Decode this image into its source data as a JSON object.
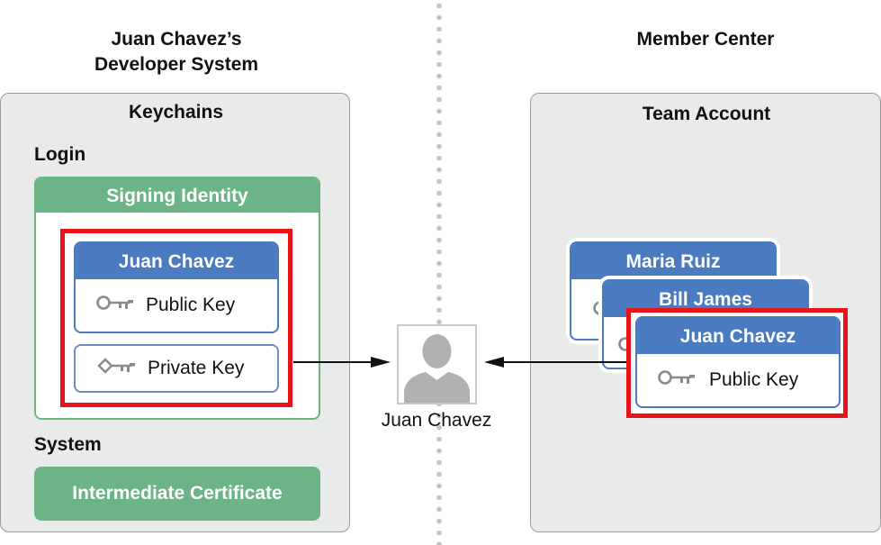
{
  "left_column": {
    "title_line1": "Juan Chavez’s",
    "title_line2": "Developer System",
    "panel_title": "Keychains",
    "login_label": "Login",
    "signing_identity_label": "Signing Identity",
    "card_name": "Juan Chavez",
    "public_key_label": "Public Key",
    "private_key_label": "Private Key",
    "system_label": "System",
    "intermediate_cert_label": "Intermediate Certificate"
  },
  "center": {
    "person_label": "Juan Chavez"
  },
  "right_column": {
    "title": "Member Center",
    "panel_title": "Team Account",
    "cards": [
      {
        "name": "Maria Ruiz"
      },
      {
        "name": "Bill James"
      },
      {
        "name": "Juan Chavez",
        "key_label": "Public Key"
      }
    ]
  },
  "colors": {
    "panel_bg": "#e9eaea",
    "green": "#6cb485",
    "blue": "#4a7ac0",
    "highlight_red": "#e8141a"
  }
}
